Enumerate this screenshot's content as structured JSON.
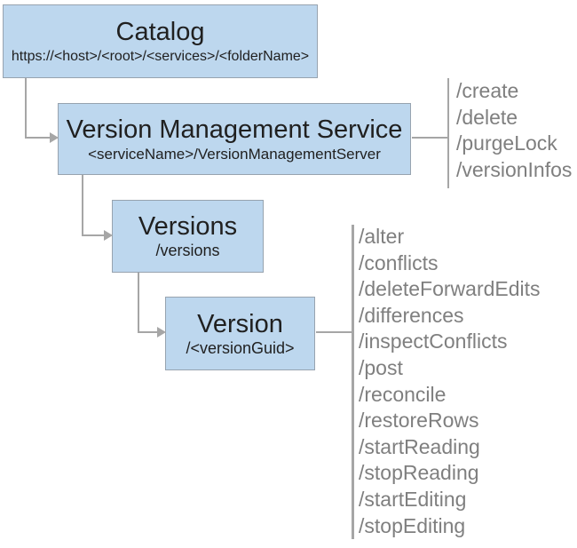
{
  "diagram": {
    "nodes": {
      "catalog": {
        "title": "Catalog",
        "subtitle": "https://<host>/<root>/<services>/<folderName>"
      },
      "version_management_service": {
        "title": "Version Management Service",
        "subtitle": "<serviceName>/VersionManagementServer"
      },
      "versions": {
        "title": "Versions",
        "subtitle": "/versions"
      },
      "version": {
        "title": "Version",
        "subtitle": "/<versionGuid>"
      }
    },
    "vms_operations": [
      "/create",
      "/delete",
      "/purgeLock",
      "/versionInfos"
    ],
    "version_operations": [
      "/alter",
      "/conflicts",
      "/deleteForwardEdits",
      "/differences",
      "/inspectConflicts",
      "/post",
      "/reconcile",
      "/restoreRows",
      "/startReading",
      "/stopReading",
      "/startEditing",
      "/stopEditing"
    ],
    "colors": {
      "node_fill": "#bdd7ee",
      "node_border": "#97a3af",
      "node_text": "#202020",
      "connector": "#a6a6a6",
      "operations_text": "#7f7f7f"
    }
  }
}
